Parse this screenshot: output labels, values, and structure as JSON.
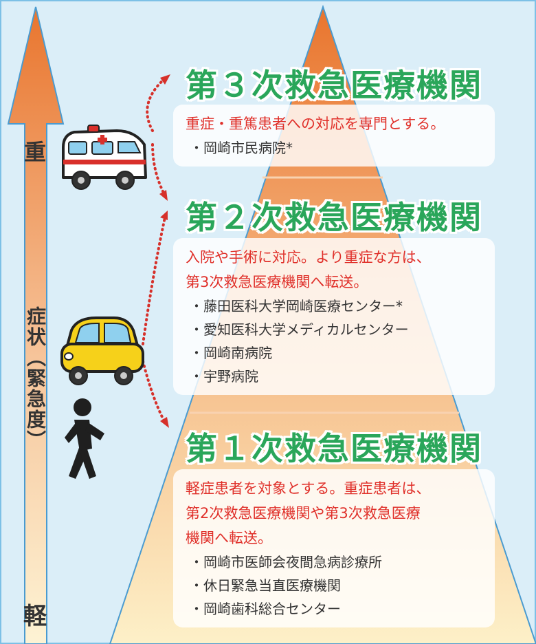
{
  "axis": {
    "top_label": "重",
    "bottom_label": "軽",
    "middle_label": "症状（緊急度）"
  },
  "levels": [
    {
      "title": "第３次救急医療機関",
      "desc_lines": [
        "重症・重篤患者への対応を専門とする。"
      ],
      "items": [
        "岡崎市民病院*"
      ]
    },
    {
      "title": "第２次救急医療機関",
      "desc_lines": [
        "入院や手術に対応。より重症な方は、",
        "第3次救急医療機関へ転送。"
      ],
      "items": [
        "藤田医科大学岡崎医療センター*",
        "愛知医科大学メディカルセンター",
        "岡崎南病院",
        "宇野病院"
      ]
    },
    {
      "title": "第１次救急医療機関",
      "desc_lines": [
        "軽症患者を対象とする。重症患者は、",
        "第2次救急医療機関や第3次救急医療",
        "機関へ転送。"
      ],
      "items": [
        "岡崎市医師会夜間急病診療所",
        "休日緊急当直医療機関",
        "岡崎歯科総合センター"
      ]
    }
  ],
  "icons": [
    "ambulance-icon",
    "car-icon",
    "walking-person-icon"
  ],
  "colors": {
    "background": "#dbeef8",
    "heading": "#2aa65a",
    "description": "#e0302a",
    "pyramid_top": "#e9752e",
    "pyramid_bottom": "#fdf0c8",
    "arrow_dots": "#d6302a"
  }
}
